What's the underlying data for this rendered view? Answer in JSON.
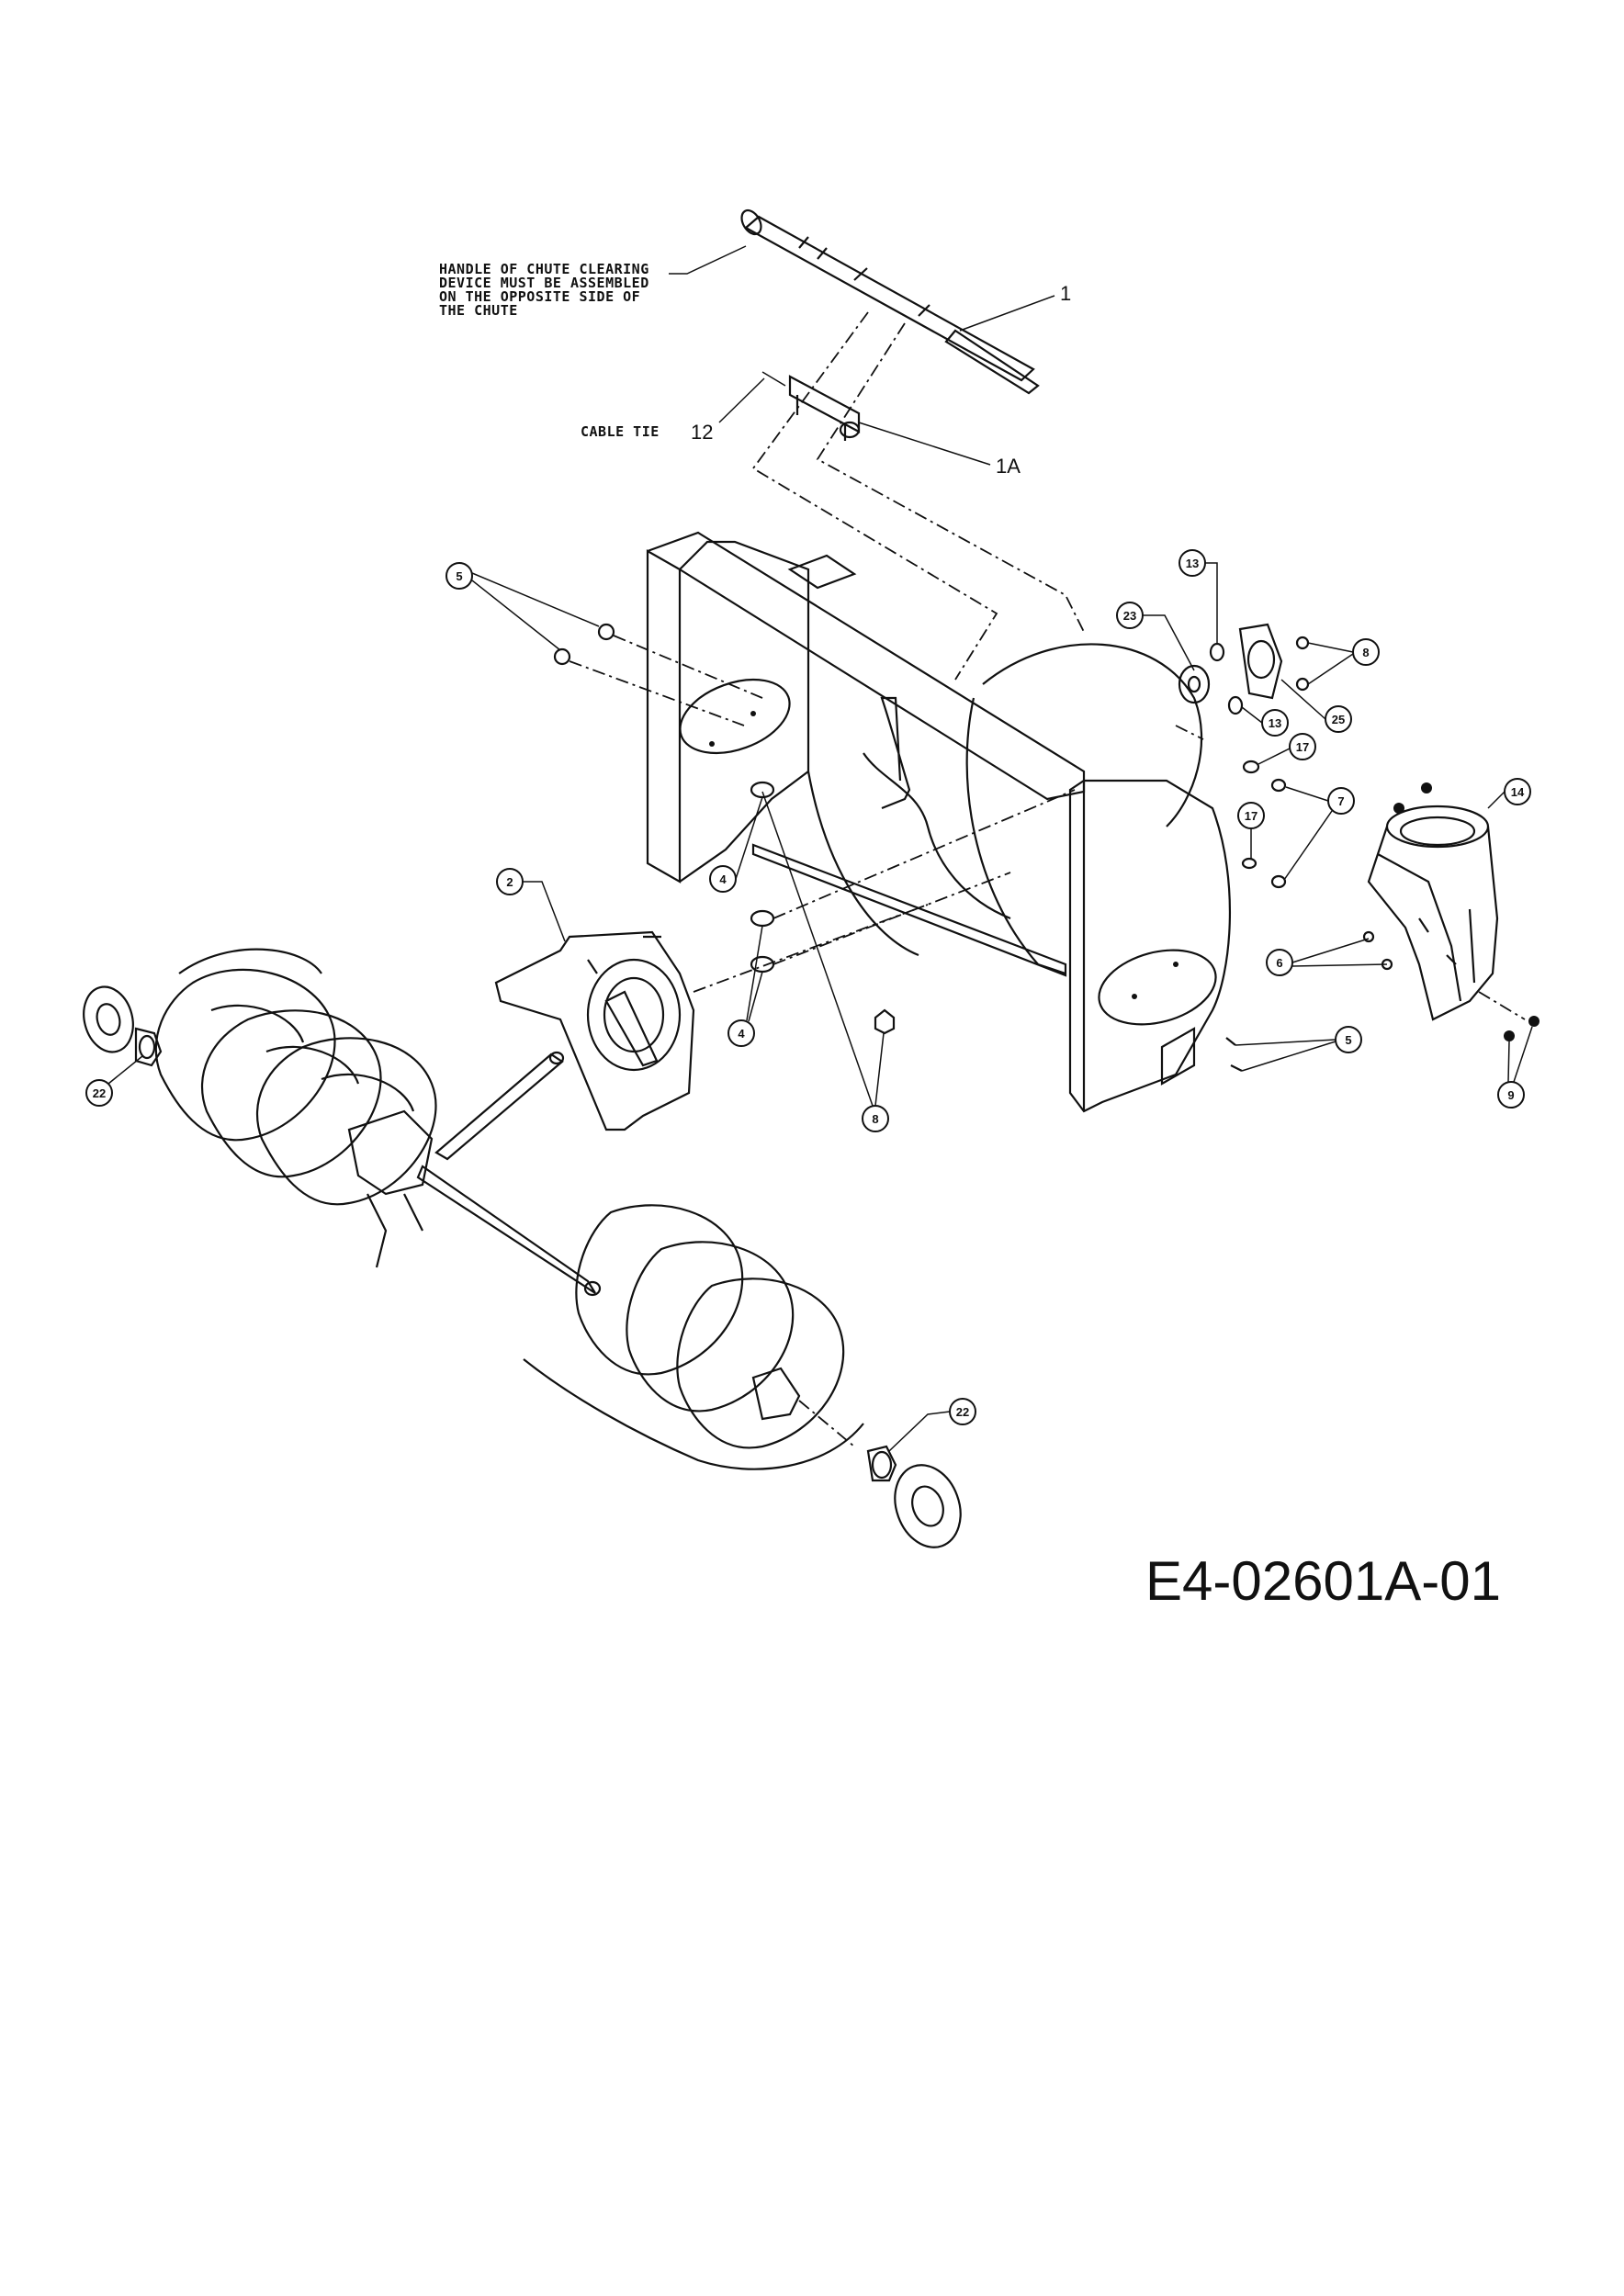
{
  "diagram": {
    "drawing_number": "E4-02601A-01",
    "note_lines": [
      "HANDLE OF CHUTE CLEARING",
      "DEVICE MUST BE ASSEMBLED",
      "ON THE OPPOSITE SIDE OF",
      "THE CHUTE"
    ],
    "cable_tie_label": "CABLE TIE",
    "callouts": {
      "p1": "1",
      "p1a": "1A",
      "p12": "12",
      "p2": "2",
      "p4a": "4",
      "p4b": "4",
      "p5a": "5",
      "p5b": "5",
      "p6": "6",
      "p7": "7",
      "p8a": "8",
      "p8b": "8",
      "p9": "9",
      "p13a": "13",
      "p13b": "13",
      "p14": "14",
      "p17a": "17",
      "p17b": "17",
      "p22a": "22",
      "p22b": "22",
      "p23": "23",
      "p25": "25"
    }
  }
}
